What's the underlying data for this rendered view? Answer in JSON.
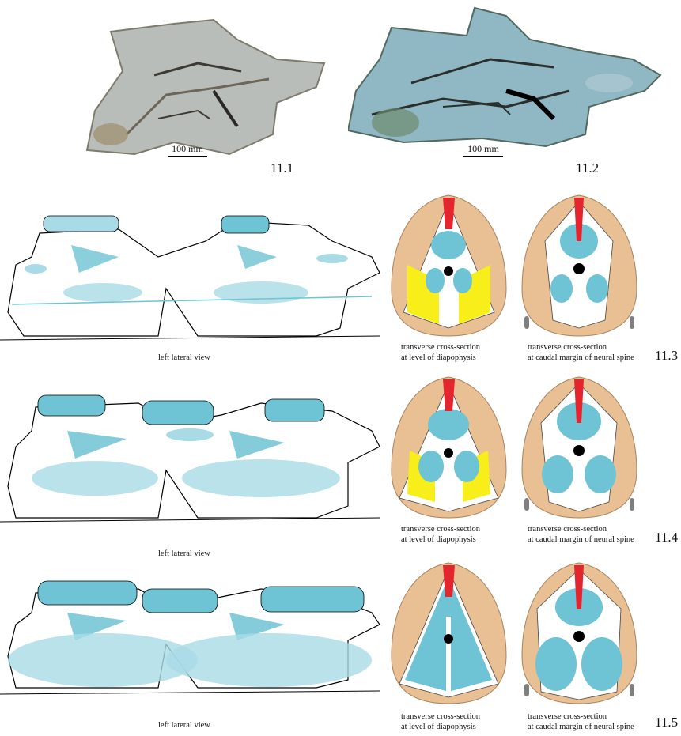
{
  "photos": [
    {
      "scale_label": "100 mm",
      "panel": "11.1"
    },
    {
      "scale_label": "100 mm",
      "panel": "11.2"
    }
  ],
  "rows": [
    {
      "panel": "11.3",
      "lateral_caption": "left lateral view",
      "section_left": {
        "line1": "transverse cross-section",
        "line2": "at level of diapophysis"
      },
      "section_right": {
        "line1": "transverse cross-section",
        "line2": "at caudal margin of neural spine"
      }
    },
    {
      "panel": "11.4",
      "lateral_caption": "left lateral view",
      "section_left": {
        "line1": "transverse cross-section",
        "line2": "at level of diapophysis"
      },
      "section_right": {
        "line1": "transverse cross-section",
        "line2": "at caudal margin of neural spine"
      }
    },
    {
      "panel": "11.5",
      "lateral_caption": "left lateral view",
      "section_left": {
        "line1": "transverse cross-section",
        "line2": "at level of diapophysis"
      },
      "section_right": {
        "line1": "transverse cross-section",
        "line2": "at caudal margin of neural spine"
      }
    }
  ],
  "colors": {
    "bone_photo_1": "#b9bdb9",
    "bone_photo_2": "#8fb8c4",
    "air_sac": "#6ec3d4",
    "air_sac_light": "#a8dbe6",
    "soft_tissue": "#e9bf94",
    "ligament": "#e3262e",
    "fat": "#f7ee1a",
    "spinal_cord": "#000000"
  }
}
